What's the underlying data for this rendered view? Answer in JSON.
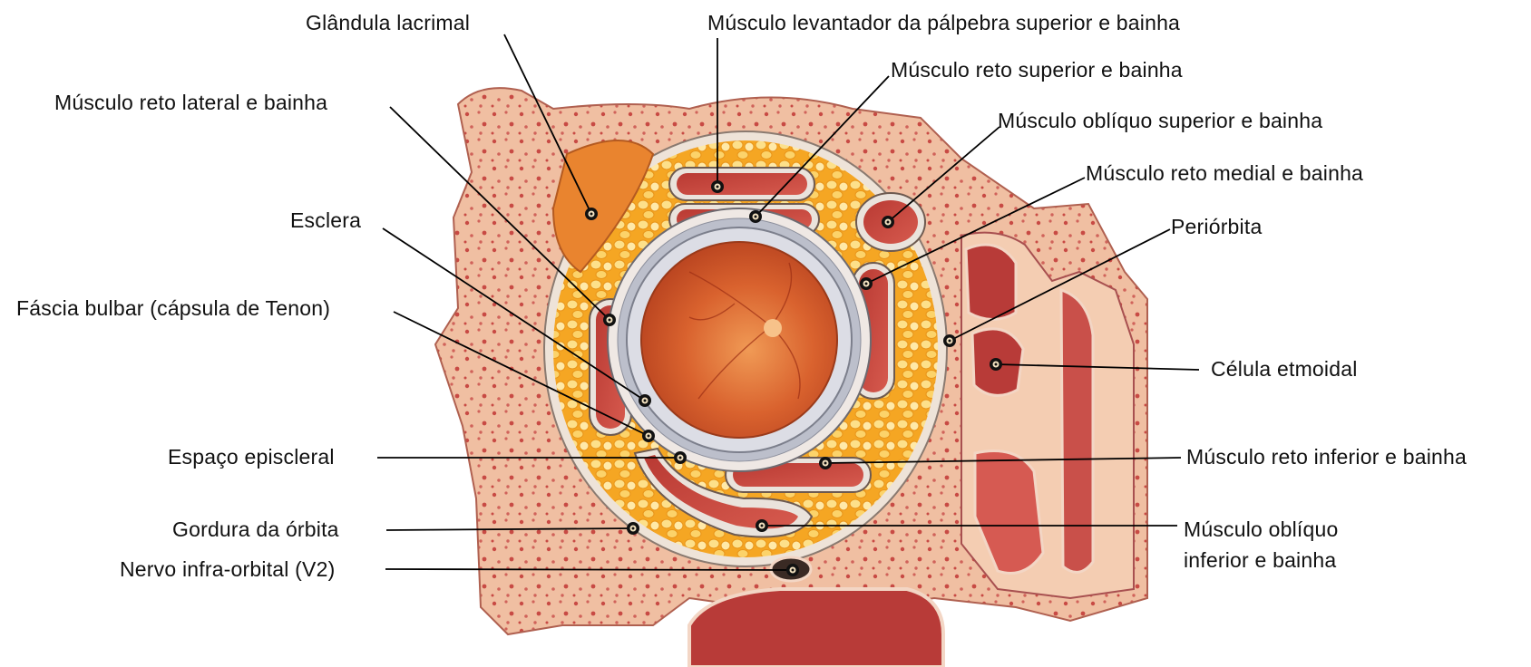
{
  "labels": {
    "lacrimal_gland": "Glândula lacrimal",
    "levator": "Músculo levantador da pálpebra superior e bainha",
    "superior_rectus": "Músculo reto superior e bainha",
    "lateral_rectus": "Músculo reto lateral e bainha",
    "superior_oblique": "Músculo oblíquo superior e bainha",
    "medial_rectus": "Músculo reto medial e bainha",
    "sclera": "Esclera",
    "periorbita": "Periórbita",
    "bulbar_fascia": "Fáscia bulbar (cápsula de Tenon)",
    "ethmoidal_cell": "Célula etmoidal",
    "episcleral_space": "Espaço episcleral",
    "inferior_rectus": "Músculo reto inferior e bainha",
    "orbital_fat": "Gordura da órbita",
    "inferior_oblique_line1": "Músculo oblíquo",
    "inferior_oblique_line2": "inferior e bainha",
    "infraorbital_nerve": "Nervo infra-orbital (V2)"
  },
  "colors": {
    "bone": "#f2c3a6",
    "marrow": "#c9413a",
    "fat": "#f7b430",
    "fat_light": "#fde08a",
    "muscle": "#c8453c",
    "sheath": "#eae3dc",
    "eyeball": "#d9622e",
    "sclera": "#c9cbd6",
    "sinus": "#b83b38",
    "line": "#000000"
  }
}
